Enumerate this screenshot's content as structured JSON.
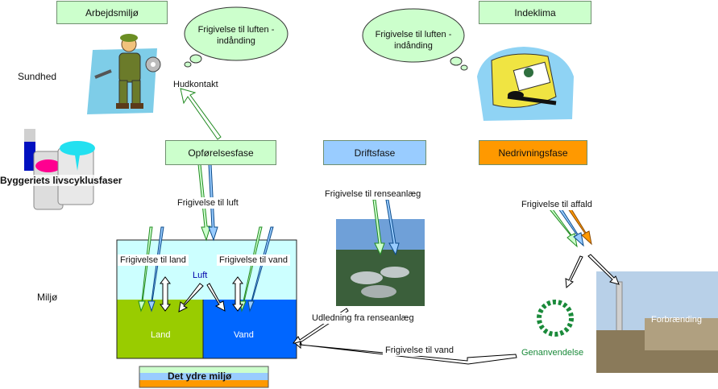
{
  "headers": {
    "arbejdsmiljo": "Arbejdsmiljø",
    "indeklima": "Indeklima"
  },
  "rows": {
    "sundhed": "Sundhed",
    "livscyklus": "Byggeriets livscyklusfaser",
    "miljo": "Miljø"
  },
  "clouds": {
    "left": "Frigivelse til luften - indånding",
    "right": "Frigivelse til luften - indånding"
  },
  "labels": {
    "hudkontakt": "Hudkontakt",
    "frigivelse_luft": "Frigivelse til luft",
    "frigivelse_renseanlaeg": "Frigivelse til renseanlæg",
    "frigivelse_affald": "Frigivelse til affald",
    "frigivelse_land": "Frigivelse til land",
    "frigivelse_vand_top": "Frigivelse til vand",
    "udledning": "Udledning fra renseanlæg",
    "frigivelse_vand_bottom": "Frigivelse til vand"
  },
  "phases": {
    "opforelse": "Opførelsesfase",
    "drift": "Driftsfase",
    "nedrivning": "Nedrivningsfase"
  },
  "environment": {
    "luft": "Luft",
    "land": "Land",
    "vand": "Vand",
    "ydre": "Det ydre miljø"
  },
  "destinations": {
    "genanvendelse": "Genanvendelse",
    "forbraending": "Forbrænding"
  },
  "colors": {
    "header_green": "#ccffcc",
    "cloud": "#ccffcc",
    "drift": "#99ccff",
    "nedrivning": "#ff9900",
    "luft": "#ccffff",
    "land": "#99cc00",
    "vand": "#0066ff",
    "genanvendelse": "#228b22"
  }
}
